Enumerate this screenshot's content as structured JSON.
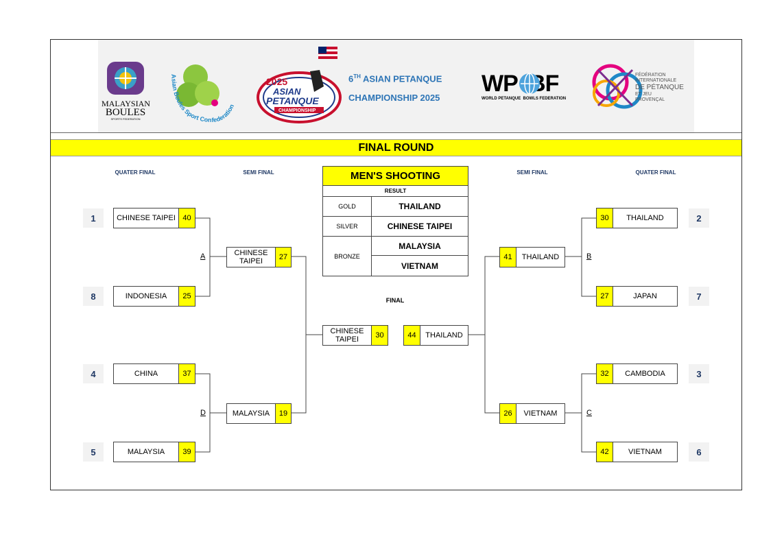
{
  "header": {
    "title_line1_prefix": "6",
    "title_line1_sup": "TH",
    "title_line1_rest": " ASIAN PETANQUE",
    "title_line2": "CHAMPIONSHIP 2025",
    "logo_mbsf_line1": "MALAYSIAN",
    "logo_mbsf_line2": "BOULES",
    "logo_mbsf_line3": "SPORTS FEDERATION",
    "logo_absc_text": "Asian Boules Sport Confederation",
    "logo_champ_year": "2025",
    "logo_champ_line1": "ASIAN",
    "logo_champ_line2": "PETANQUE",
    "logo_champ_line3": "CHAMPIONSHIP",
    "logo_wpbf_main": "WP  BF",
    "logo_wpbf_sub": "WORLD PETANQUE  BOWLS FEDERATION",
    "logo_fipjp_line1": "FÉDÉRATION",
    "logo_fipjp_line2": "INTERNATIONALE",
    "logo_fipjp_line3": "DE PÉTANQUE",
    "logo_fipjp_line4": "ET JEU",
    "logo_fipjp_line5": "PROVENÇAL"
  },
  "round_title": "FINAL ROUND",
  "columns": {
    "qf_left": "QUATER FINAL",
    "sf_left": "SEMI FINAL",
    "sf_right": "SEMI FINAL",
    "qf_right": "QUATER FINAL"
  },
  "result": {
    "title": "MEN'S SHOOTING",
    "subtitle": "RESULT",
    "gold_label": "GOLD",
    "gold": "THAILAND",
    "silver_label": "SILVER",
    "silver": "CHINESE TAIPEI",
    "bronze_label": "BRONZE",
    "bronze1": "MALAYSIA",
    "bronze2": "VIETNAM"
  },
  "final_label": "FINAL",
  "bracket": {
    "qf_left": [
      {
        "seed": "1",
        "team": "CHINESE TAIPEI",
        "score": "40"
      },
      {
        "seed": "8",
        "team": "INDONESIA",
        "score": "25"
      },
      {
        "seed": "4",
        "team": "CHINA",
        "score": "37"
      },
      {
        "seed": "5",
        "team": "MALAYSIA",
        "score": "39"
      }
    ],
    "qf_right": [
      {
        "seed": "2",
        "team": "THAILAND",
        "score": "30"
      },
      {
        "seed": "7",
        "team": "JAPAN",
        "score": "27"
      },
      {
        "seed": "3",
        "team": "CAMBODIA",
        "score": "32"
      },
      {
        "seed": "6",
        "team": "VIETNAM",
        "score": "42"
      }
    ],
    "sf_left": [
      {
        "letter": "A",
        "team": "CHINESE TAIPEI",
        "score": "27"
      },
      {
        "letter": "D",
        "team": "MALAYSIA",
        "score": "19"
      }
    ],
    "sf_right": [
      {
        "letter": "B",
        "team": "THAILAND",
        "score": "41"
      },
      {
        "letter": "C",
        "team": "VIETNAM",
        "score": "26"
      }
    ],
    "final": [
      {
        "team": "CHINESE TAIPEI",
        "score": "30"
      },
      {
        "team": "THAILAND",
        "score": "44"
      }
    ]
  },
  "colors": {
    "highlight": "#ffff00",
    "heading_blue": "#1f3864",
    "title_blue": "#2e75b6"
  }
}
